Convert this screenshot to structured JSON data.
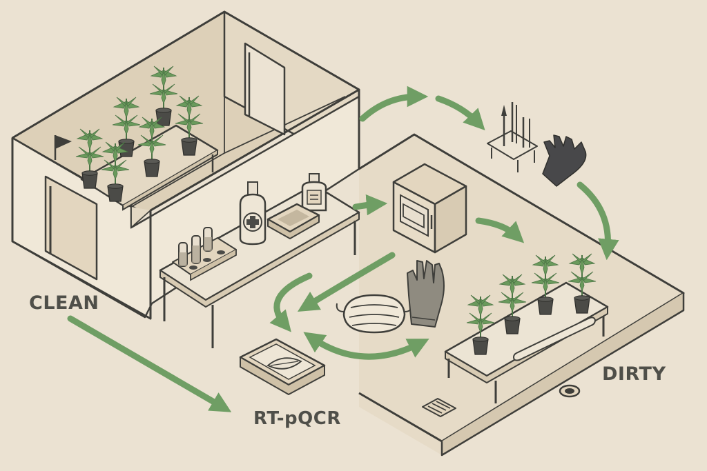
{
  "labels": {
    "clean": "CLEAN",
    "dirty": "DIRTY",
    "rt_pqcr": "RT-pQCR"
  },
  "colors": {
    "background": "#ebe2d2",
    "line": "#3e3e3a",
    "arrow": "#6f9e64",
    "plant": "#6a9a5c",
    "plant_dark": "#4b7445",
    "pot": "#4b4b47",
    "wall_face": "#efe7d7",
    "wall_inner": "#ddd0b8",
    "floor": "#e9dfcc",
    "table_top": "#ece4d4",
    "appliance": "#ddd0bb",
    "glove": "#8f8b80",
    "glove_dark": "#48484a"
  },
  "icons": [
    "plant-icon",
    "flag-icon",
    "door-icon",
    "spray-bottle-icon",
    "bottle-icon",
    "tray-icon",
    "test-tube-rack-icon",
    "incubator-icon",
    "tool-holder-icon",
    "glove-icon",
    "face-mask-icon",
    "sample-tray-icon",
    "floor-drain-icon",
    "floor-vent-icon",
    "arrow-icon"
  ]
}
